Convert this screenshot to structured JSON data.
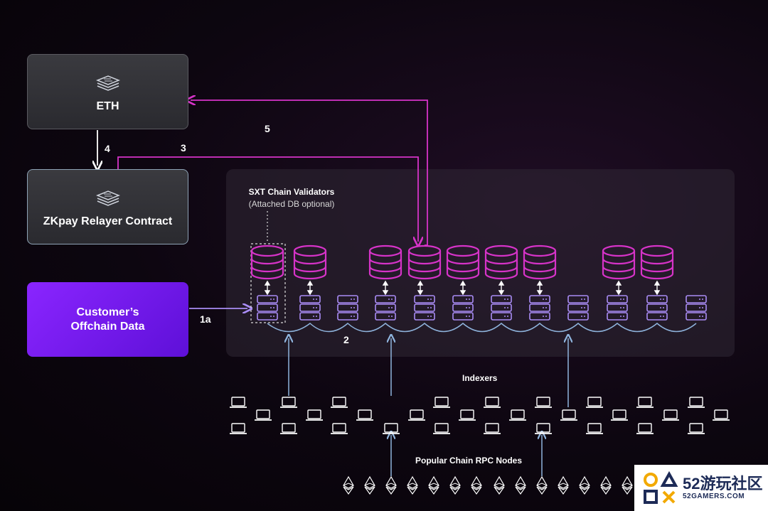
{
  "eth": {
    "label": "ETH"
  },
  "zkpay": {
    "label": "ZKpay Relayer Contract"
  },
  "customer": {
    "line1": "Customer’s",
    "line2": "Offchain Data"
  },
  "validators": {
    "title": "SXT Chain Validators",
    "subtitle": "(Attached DB optional)"
  },
  "steps": {
    "s1a": "1a",
    "s2": "2",
    "s3": "3",
    "s4": "4",
    "s5": "5"
  },
  "indexers": {
    "label": "Indexers"
  },
  "rpc": {
    "label": "Popular Chain RPC Nodes"
  },
  "watermark": {
    "main": "52游玩社区",
    "sub": "52GAMERS.COM"
  },
  "colors": {
    "magenta": "#d633c8",
    "violet": "#a98cf5",
    "light_blue": "#8fb4dd",
    "white": "#ffffff"
  }
}
